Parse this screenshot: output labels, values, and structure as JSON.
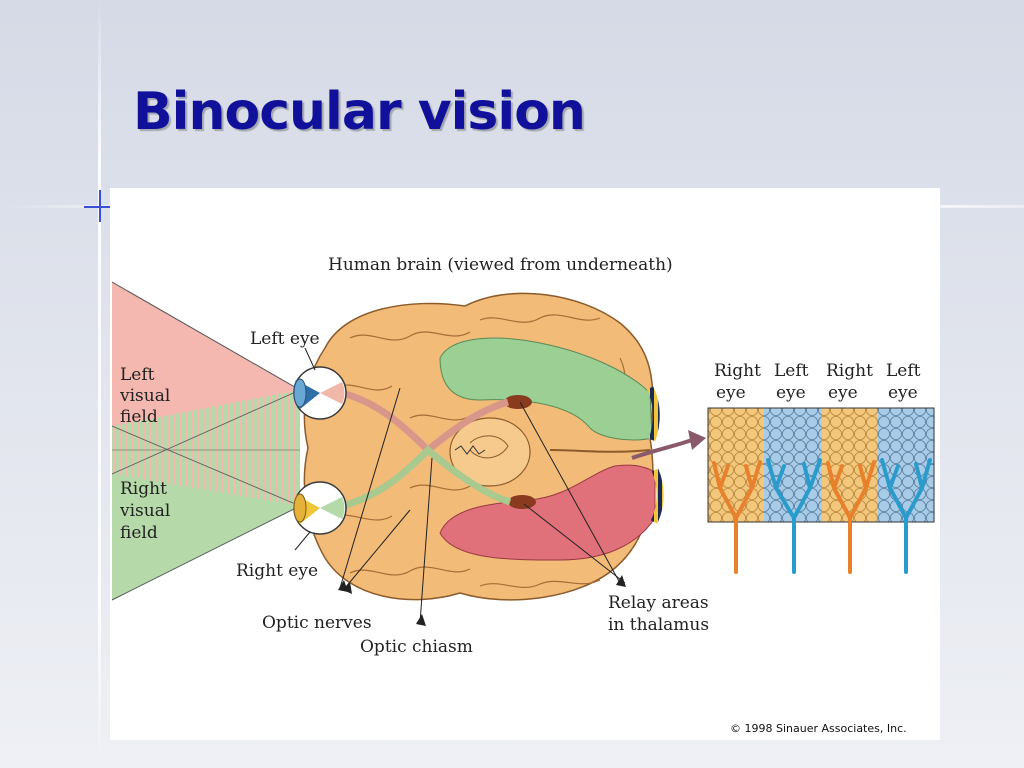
{
  "slide": {
    "title": "Binocular vision"
  },
  "figure": {
    "heading": "Human brain (viewed from underneath)",
    "labels": {
      "left_eye": "Left eye",
      "right_eye": "Right eye",
      "left_visual_field": [
        "Left",
        "visual",
        "field"
      ],
      "right_visual_field": [
        "Right",
        "visual",
        "field"
      ],
      "optic_nerves": "Optic nerves",
      "optic_chiasm": "Optic chiasm",
      "relay_areas": [
        "Relay areas",
        "in thalamus"
      ]
    },
    "column_labels": [
      [
        "Right",
        "eye"
      ],
      [
        "Left",
        "eye"
      ],
      [
        "Right",
        "eye"
      ],
      [
        "Left",
        "eye"
      ]
    ],
    "copyright": "© 1998 Sinauer Associates, Inc.",
    "colors": {
      "left_field": "#f4b8b0",
      "right_field": "#b5d9a8",
      "brain": "#f2bb78",
      "green_area": "#9ccf94",
      "red_area": "#e0707a",
      "orange_column": "#f3c77c",
      "blue_column": "#a8cce8",
      "orange_neuron": "#e8802c",
      "blue_neuron": "#2a9ccc",
      "title": "#10109a"
    }
  }
}
